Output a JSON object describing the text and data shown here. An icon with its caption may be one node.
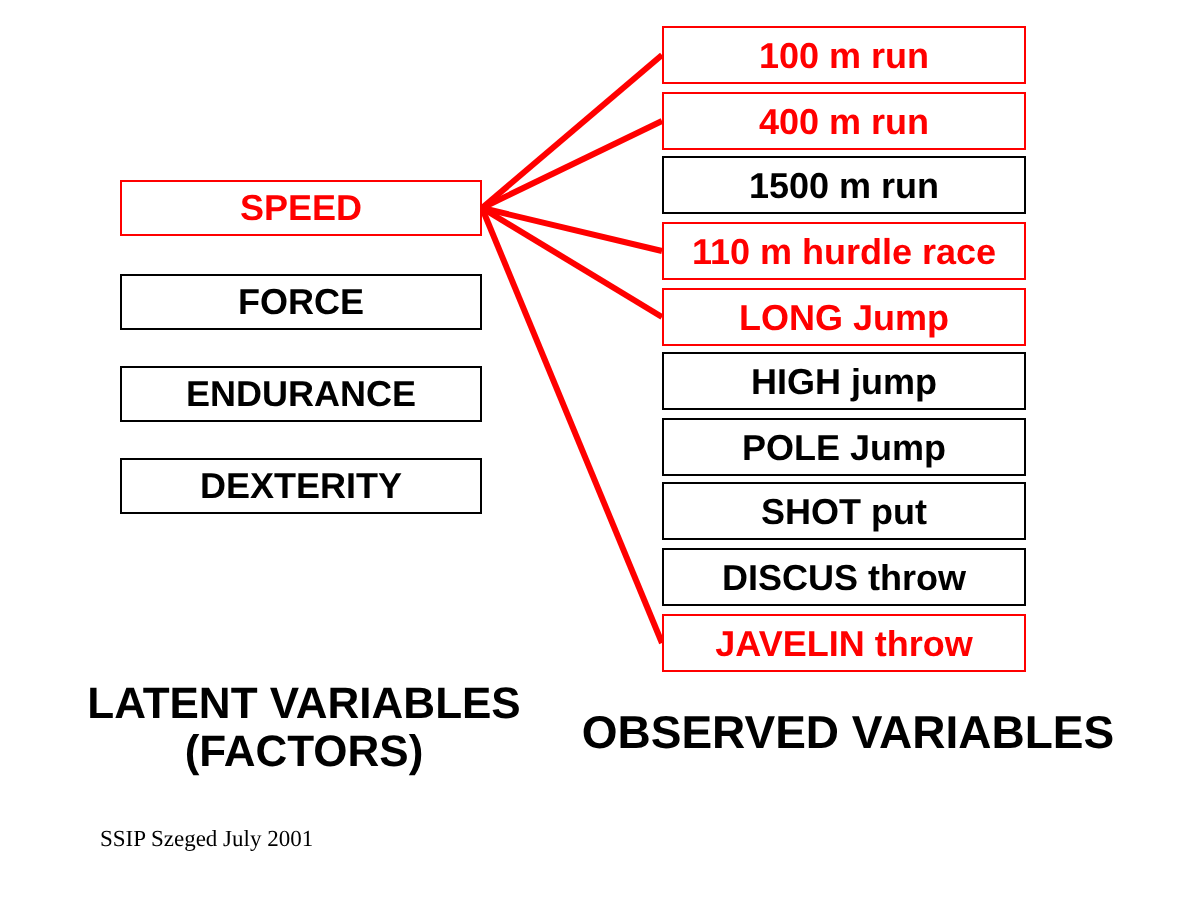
{
  "diagram": {
    "nodes": [
      {
        "text": [
          "SPEED"
        ]
      },
      {
        "text": [
          "FORCE"
        ]
      },
      {
        "text": [
          "ENDURANCE"
        ]
      },
      {
        "text": [
          "DEXTERITY"
        ]
      },
      {
        "text": [
          "100 m run"
        ]
      },
      {
        "text": [
          "400 m run"
        ]
      },
      {
        "text": [
          "1500 m run"
        ]
      },
      {
        "text": [
          "110 m hurdle race"
        ]
      },
      {
        "text": [
          "LONG Jump"
        ]
      },
      {
        "text": [
          "HIGH jump"
        ]
      },
      {
        "text": [
          "POLE Jump"
        ]
      },
      {
        "text": [
          "SHOT put"
        ]
      },
      {
        "text": [
          "DISCUS throw"
        ]
      },
      {
        "text": [
          "JAVELIN throw"
        ]
      }
    ],
    "edges": [
      {
        "from": 0,
        "to": 4,
        "arrow": "none",
        "color": "#ff0000"
      },
      {
        "from": 0,
        "to": 5,
        "arrow": "none",
        "color": "#ff0000"
      },
      {
        "from": 0,
        "to": 7,
        "arrow": "none",
        "color": "#ff0000"
      },
      {
        "from": 0,
        "to": 8,
        "arrow": "none",
        "color": "#ff0000"
      },
      {
        "from": 0,
        "to": 13,
        "arrow": "none",
        "color": "#ff0000"
      }
    ],
    "labels": [
      "LATENT VARIABLES (FACTORS)",
      "OBSERVED VARIABLES",
      "SSIP Szeged July 2001"
    ]
  }
}
